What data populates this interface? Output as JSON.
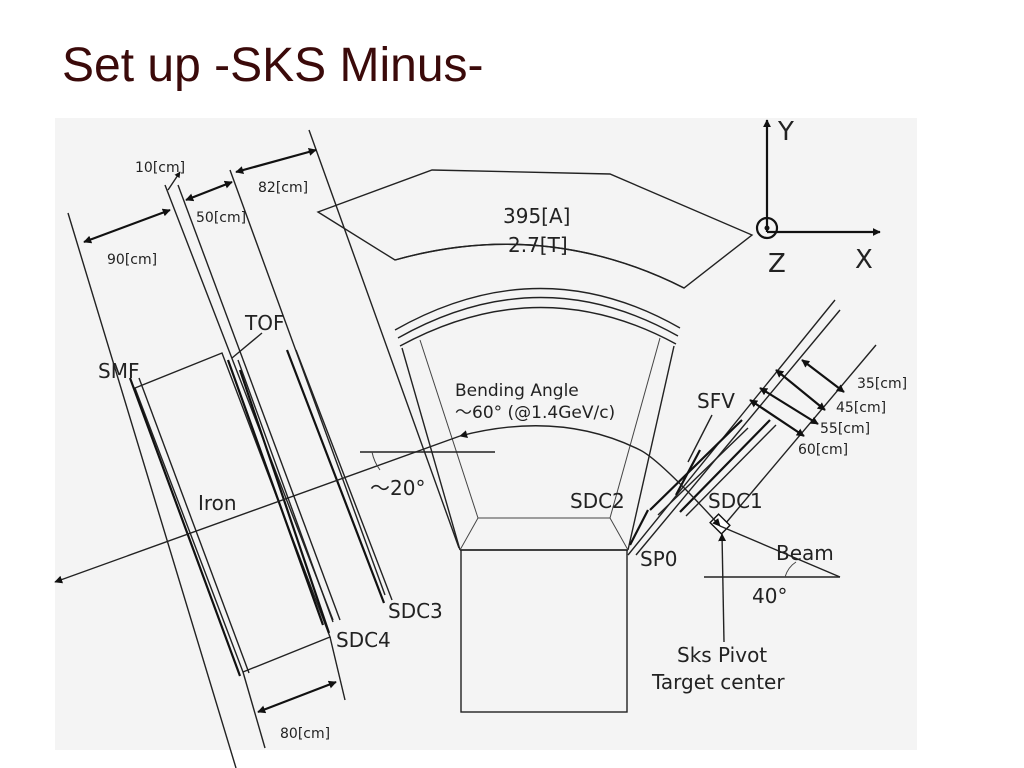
{
  "slide": {
    "title": "Set up -SKS Minus-"
  },
  "labels": {
    "dim_10cm": "10[cm]",
    "dim_82cm": "82[cm]",
    "dim_50cm": "50[cm]",
    "dim_90cm": "90[cm]",
    "dim_80cm": "80[cm]",
    "dim_35cm": "35[cm]",
    "dim_45cm": "45[cm]",
    "dim_55cm": "55[cm]",
    "dim_60cm": "60[cm]",
    "current": "395[A]",
    "field": "2.7[T]",
    "tof": "TOF",
    "smf": "SMF",
    "iron": "Iron",
    "bending_angle": "Bending Angle",
    "bending_value": "〜60° (@1.4GeV/c)",
    "angle_20": "〜20°",
    "sfv": "SFV",
    "sdc1": "SDC1",
    "sdc2": "SDC2",
    "sdc3": "SDC3",
    "sdc4": "SDC4",
    "sp0": "SP0",
    "beam": "Beam",
    "angle_40": "40°",
    "pivot_line1": "Sks Pivot",
    "pivot_line2": "Target center",
    "axis_y": "Y",
    "axis_x": "X",
    "axis_z": "Z"
  }
}
